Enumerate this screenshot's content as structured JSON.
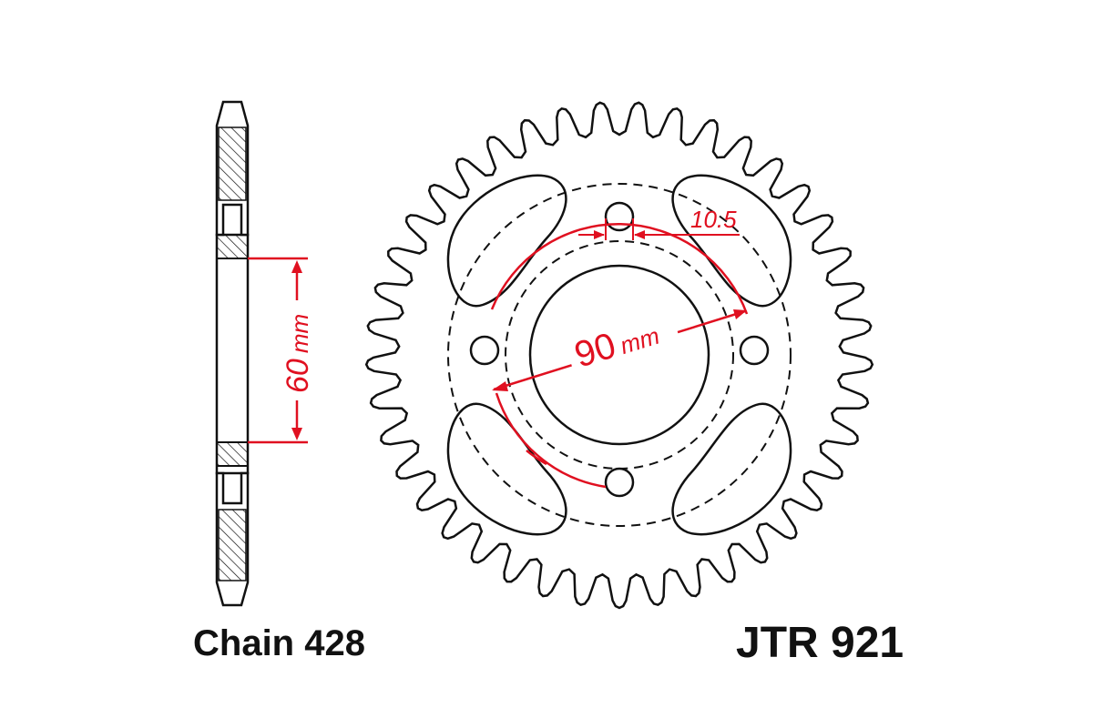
{
  "colors": {
    "outline": "#111111",
    "dimension": "#e01020",
    "hatch": "#111111",
    "background": "#ffffff"
  },
  "sprocket": {
    "teeth": 41,
    "pcd_label_value": "90",
    "pcd_label_unit": "mm",
    "bolt_hole_label": "10.5"
  },
  "side_view": {
    "height_label_value": "60",
    "height_label_unit": "mm"
  },
  "labels": {
    "chain": "Chain 428",
    "part_number": "JTR 921"
  }
}
